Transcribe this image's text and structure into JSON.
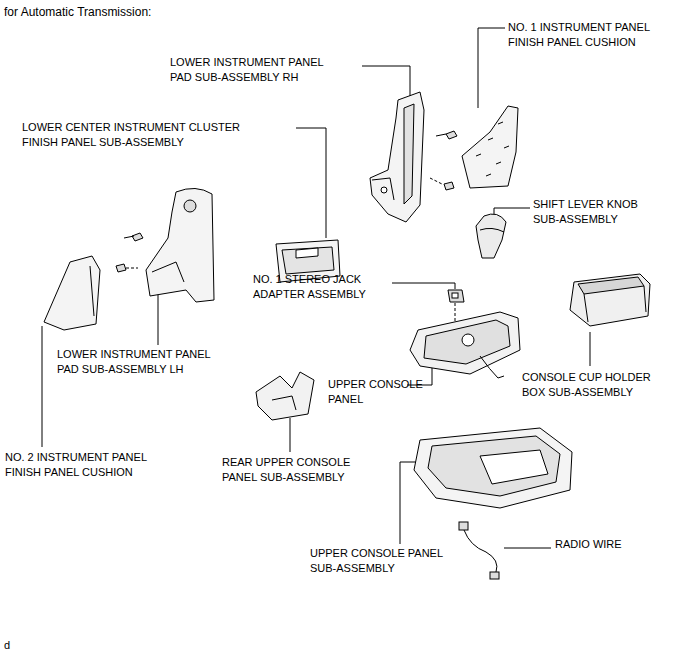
{
  "diagram": {
    "title": "for Automatic Transmission:",
    "labels": [
      "NO. 1 INSTRUMENT PANEL FINISH PANEL CUSHION",
      "LOWER INSTRUMENT PANEL PAD SUB-ASSEMBLY RH",
      "LOWER CENTER INSTRUMENT CLUSTER FINISH PANEL SUB-ASSEMBLY",
      "SHIFT LEVER KNOB SUB-ASSEMBLY",
      "NO. 1 STEREO JACK ADAPTER ASSEMBLY",
      "LOWER INSTRUMENT PANEL PAD SUB-ASSEMBLY LH",
      "UPPER CONSOLE PANEL",
      "CONSOLE CUP HOLDER BOX SUB-ASSEMBLY",
      "NO. 2 INSTRUMENT PANEL FINISH PANEL CUSHION",
      "REAR UPPER CONSOLE PANEL SUB-ASSEMBLY",
      "RADIO WIRE",
      "UPPER CONSOLE PANEL SUB-ASSEMBLY",
      "d"
    ]
  }
}
